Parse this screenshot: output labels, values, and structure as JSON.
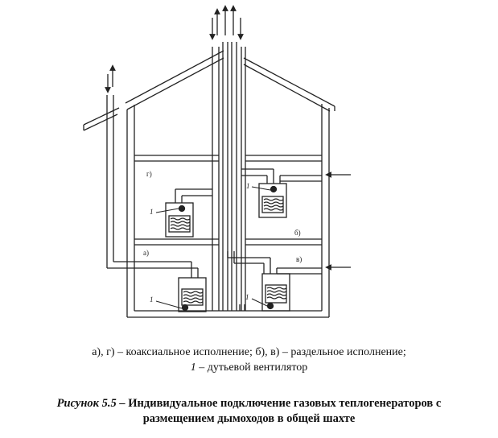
{
  "figure": {
    "labels": {
      "g": "г)",
      "a": "а)",
      "b": "б)",
      "v": "в)",
      "fan": "1"
    }
  },
  "legend": {
    "line1": "а), г) – коаксиальное исполнение; б), в) – раздельное исполнение;",
    "line2_num": "1",
    "line2_text": " – дутьевой вентилятор"
  },
  "caption": {
    "lead": "Рисунок 5.5 –",
    "line1": " Индивидуальное подключение газовых теплогенераторов с",
    "line2": "размещением дымоходов в общей шахте"
  }
}
